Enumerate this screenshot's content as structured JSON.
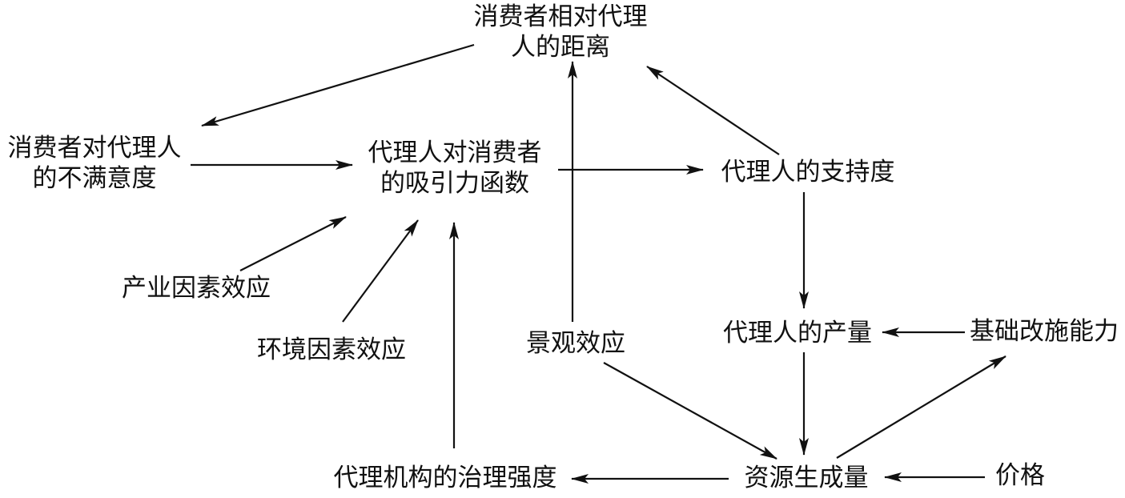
{
  "nodes": {
    "consumer_distance": [
      "消费者相对代理",
      "人的距离"
    ],
    "dissatisfaction": [
      "消费者对代理人",
      "的不满意度"
    ],
    "attraction": [
      "代理人对消费者",
      "的吸引力函数"
    ],
    "support": [
      "代理人的支持度"
    ],
    "industry_effect": [
      "产业因素效应"
    ],
    "env_effect": [
      "环境因素效应"
    ],
    "landscape_effect": [
      "景观效应"
    ],
    "agent_output": [
      "代理人的产量"
    ],
    "infrastructure": [
      "基础改施能力"
    ],
    "governance": [
      "代理机构的治理强度"
    ],
    "resource": [
      "资源生成量"
    ],
    "price": [
      "价格"
    ]
  },
  "edges": [
    {
      "from": "consumer_distance",
      "to": "dissatisfaction"
    },
    {
      "from": "dissatisfaction",
      "to": "attraction"
    },
    {
      "from": "attraction",
      "to": "support"
    },
    {
      "from": "support",
      "to": "consumer_distance"
    },
    {
      "from": "support",
      "to": "agent_output"
    },
    {
      "from": "industry_effect",
      "to": "attraction"
    },
    {
      "from": "env_effect",
      "to": "attraction"
    },
    {
      "from": "governance",
      "to": "attraction"
    },
    {
      "from": "landscape_effect",
      "to": "consumer_distance"
    },
    {
      "from": "landscape_effect",
      "to": "resource"
    },
    {
      "from": "infrastructure",
      "to": "agent_output"
    },
    {
      "from": "agent_output",
      "to": "resource"
    },
    {
      "from": "resource",
      "to": "infrastructure"
    },
    {
      "from": "resource",
      "to": "governance"
    },
    {
      "from": "price",
      "to": "resource"
    }
  ]
}
